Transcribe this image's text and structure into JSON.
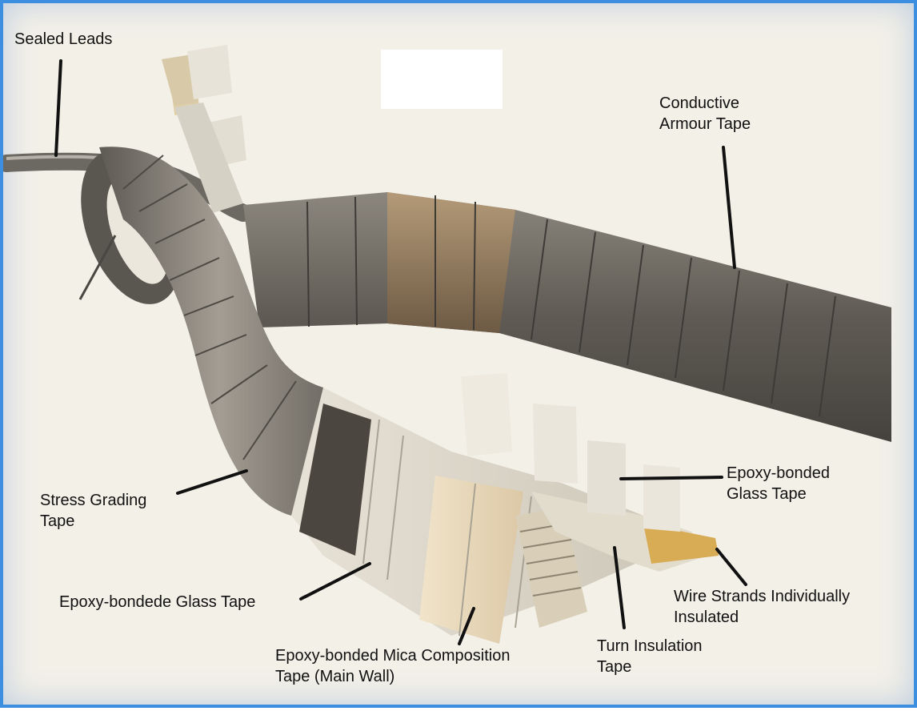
{
  "colors": {
    "frame_border": "#3b8ee0",
    "background": "#f3f0e8",
    "armour_tape": "#6e6a63",
    "stress_grading_tape": "#8a857d",
    "mica_tape": "#eadcc4",
    "glass_tape": "#dcdad4",
    "copper_strand": "#d9b26a",
    "leader_line": "#111111"
  },
  "labels": {
    "sealed_leads": "Sealed Leads",
    "conductive_armour_tape": "Conductive\nArmour Tape",
    "stress_grading_tape": "Stress Grading\nTape",
    "epoxy_bonded_glass_tape_right": "Epoxy-bonded\nGlass Tape",
    "epoxy_bondede_glass_tape": "Epoxy-bondede Glass Tape",
    "wire_strands": "Wire Strands Individually\nInsulated",
    "mica_composition_tape": "Epoxy-bonded Mica Composition\nTape (Main Wall)",
    "turn_insulation_tape": "Turn Insulation\nTape"
  }
}
